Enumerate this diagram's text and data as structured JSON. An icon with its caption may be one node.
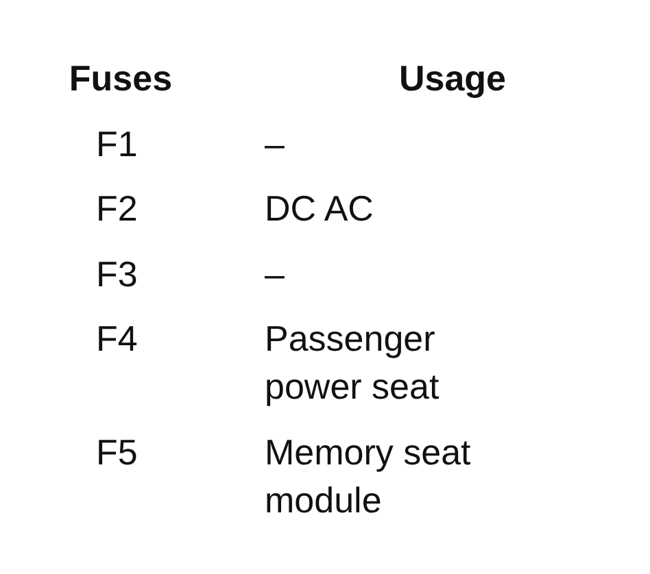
{
  "diagram": {
    "labels": [
      "Fuses",
      "Usage",
      "F1",
      "–",
      "F2",
      "DC AC",
      "F3",
      "–",
      "F4",
      "Passenger power seat",
      "F5",
      "Memory seat module"
    ]
  }
}
